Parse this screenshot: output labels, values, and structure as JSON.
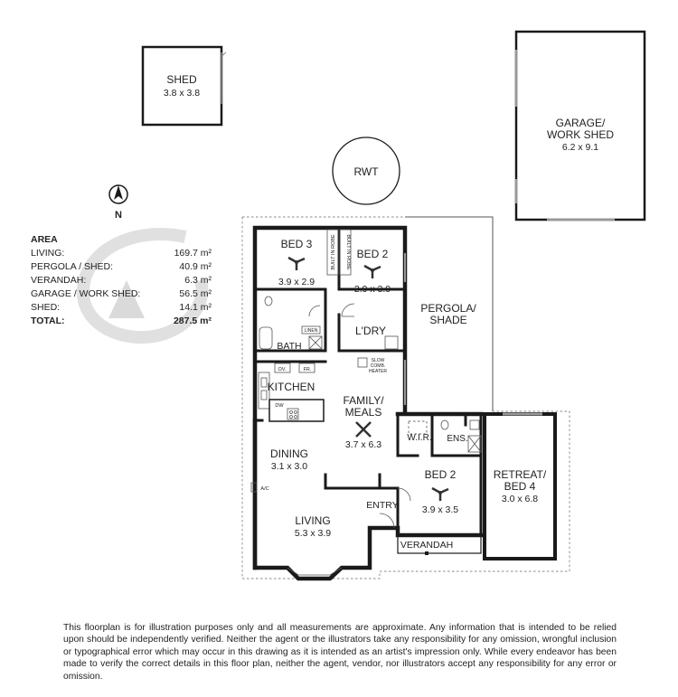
{
  "rooms": {
    "shed": {
      "name": "SHED",
      "dims": "3.8 x 3.8"
    },
    "garage": {
      "name_line1": "GARAGE/",
      "name_line2": "WORK SHED",
      "dims": "6.2 x 9.1"
    },
    "rwt": {
      "name": "RWT"
    },
    "bed3": {
      "name": "BED 3",
      "dims": "3.9 x 2.9"
    },
    "bed2_north": {
      "name": "BED 2",
      "dims": "2.9 x 3.9"
    },
    "builtin_robe_a": {
      "name": "BUILT IN ROBE"
    },
    "builtin_robe_b": {
      "name": "BUILT IN ROBE"
    },
    "pergola": {
      "name_line1": "PERGOLA/",
      "name_line2": "SHADE"
    },
    "bath": {
      "name": "BATH"
    },
    "linen": {
      "name": "LINEN"
    },
    "ldry": {
      "name": "L'DRY"
    },
    "heater": {
      "line1": "SLOW",
      "line2": "COMB.",
      "line3": "HEATER"
    },
    "oven": {
      "name": "OV."
    },
    "fridge": {
      "name": "FR."
    },
    "kitchen": {
      "name": "KITCHEN"
    },
    "dishwasher": {
      "name": "DW"
    },
    "family": {
      "name_line1": "FAMILY/",
      "name_line2": "MEALS",
      "dims": "3.7 x 6.3"
    },
    "dining": {
      "name": "DINING",
      "dims": "3.1 x 3.0"
    },
    "ac": {
      "name": "A/C"
    },
    "wir": {
      "name": "W.I.R."
    },
    "ens": {
      "name": "ENS."
    },
    "bed2_south": {
      "name": "BED 2",
      "dims": "3.9 x 3.5"
    },
    "retreat": {
      "name_line1": "RETREAT/",
      "name_line2": "BED 4",
      "dims": "3.0 x 6.8"
    },
    "entry": {
      "name": "ENTRY"
    },
    "living": {
      "name": "LIVING",
      "dims": "5.3 x 3.9"
    },
    "verandah": {
      "name": "VERANDAH"
    }
  },
  "compass": {
    "label": "N"
  },
  "area": {
    "title": "AREA",
    "rows": [
      {
        "label": "LIVING:",
        "value": "169.7 m²"
      },
      {
        "label": "PERGOLA / SHED:",
        "value": "40.9 m²"
      },
      {
        "label": "VERANDAH:",
        "value": "6.3 m²"
      },
      {
        "label": "GARAGE / WORK SHED:",
        "value": "56.5 m²"
      },
      {
        "label": "SHED:",
        "value": "14.1 m²"
      }
    ],
    "total": {
      "label": "TOTAL:",
      "value": "287.5 m²"
    }
  },
  "disclaimer": "This floorplan is for illustration purposes only and all measurements are approximate. Any information that is intended to be relied upon should be independently verified. Neither the agent or the illustrators take any responsibility for any omission, wrongful inclusion or typographical error which may occur in this drawing as it is intended as an artist's impression only. While every endeavor has been made to verify the correct details in this floor plan, neither the agent, vendor, nor illustrators accept any responsibility for any error or omission.",
  "colors": {
    "wall": "#1a1a1a",
    "watermark": "#c8c8c8",
    "text": "#222222"
  }
}
